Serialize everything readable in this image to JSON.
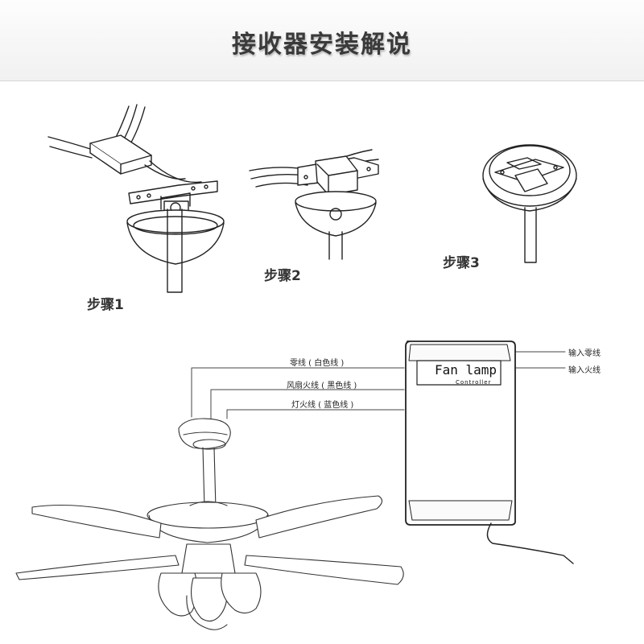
{
  "title": "接收器安装解说",
  "steps": [
    "步骤1",
    "步骤2",
    "步骤3"
  ],
  "wire_labels": {
    "neutral": "零线 ( 白色线 )",
    "fan_live": "风扇火线 ( 黑色线 )",
    "lamp_live": "灯火线 ( 蓝色线 )",
    "input_neutral": "输入零线",
    "input_live": "输入火线"
  },
  "controller": {
    "label": "Fan lamp",
    "sublabel": "Controller"
  }
}
